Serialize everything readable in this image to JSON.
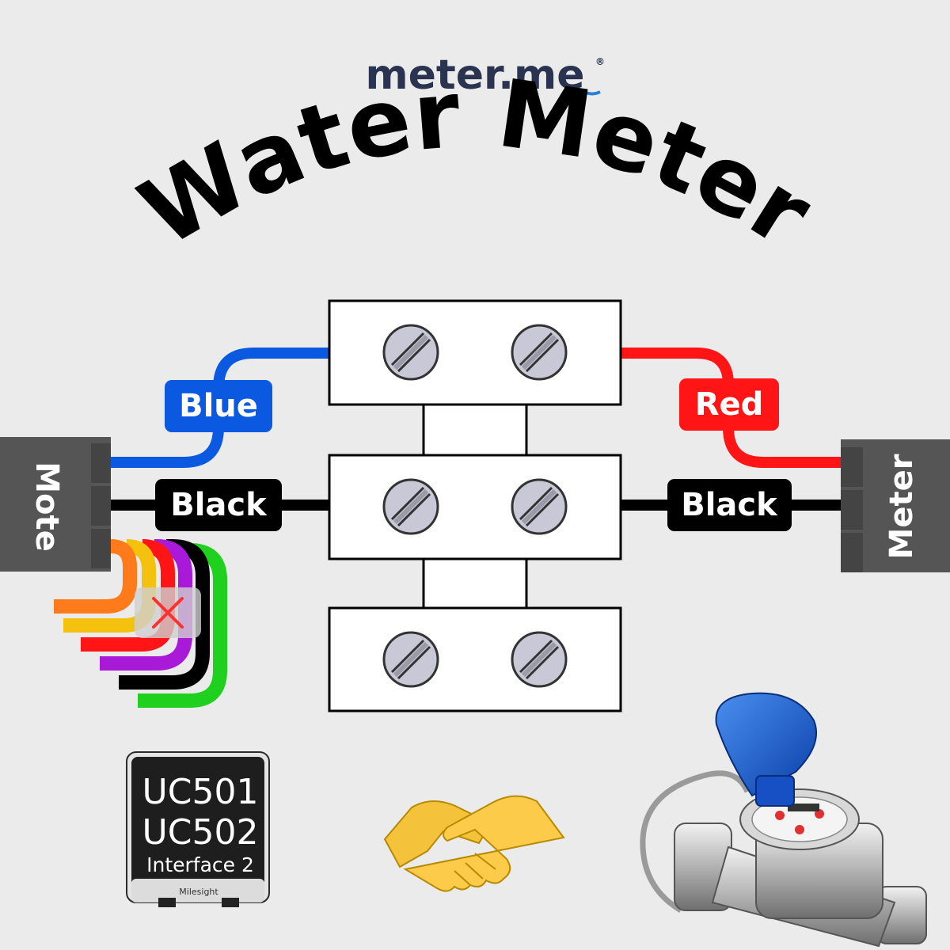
{
  "logo": {
    "part1": "meter.",
    "part2": "me",
    "registered": "®"
  },
  "title": "Water Meter",
  "wires": {
    "blue_label": "Blue",
    "black_left_label": "Black",
    "red_label": "Red",
    "black_right_label": "Black"
  },
  "connectors": {
    "left": "Mote",
    "right": "Meter"
  },
  "device": {
    "line1": "UC501",
    "line2": "UC502",
    "line3": "Interface 2",
    "brand": "Milesight"
  },
  "colors": {
    "background": "#ebebeb",
    "blue_wire": "#0a59e0",
    "red_wire": "#ff1515",
    "black_wire": "#000000",
    "green_wire": "#1fd01f",
    "purple_wire": "#a81ad8",
    "yellow_wire": "#f5c10f",
    "orange_wire": "#ff7a1a",
    "logo": "#2a3350",
    "logo_accent": "#2a7fd4"
  },
  "icons": [
    "screw-icon",
    "handshake-icon",
    "cross-icon",
    "water-meter-image"
  ]
}
